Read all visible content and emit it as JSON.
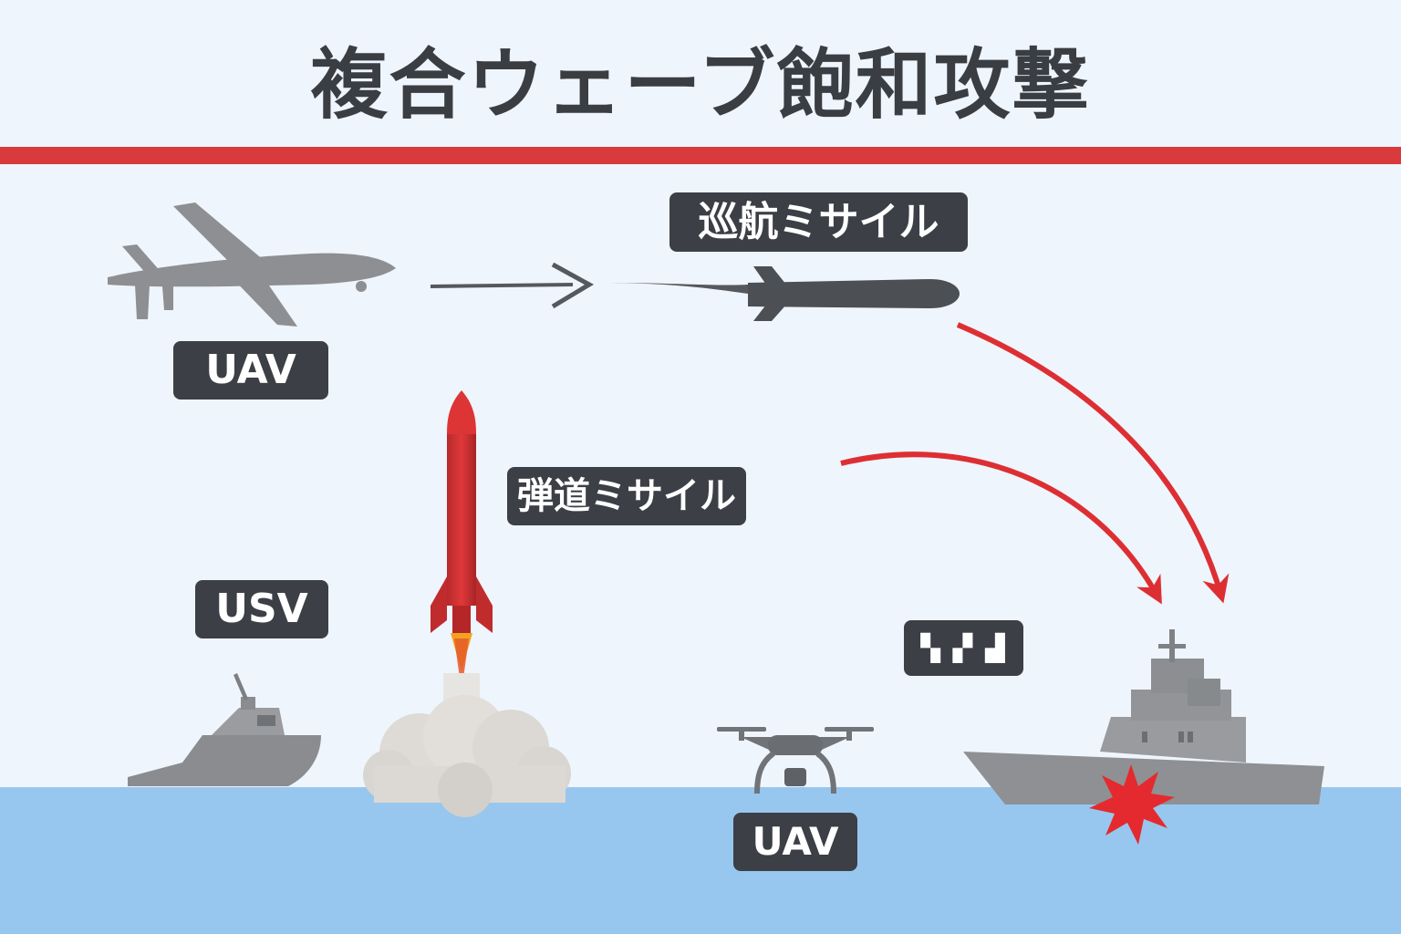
{
  "title": "複合ウェーブ飽和攻撃",
  "labels": {
    "uav_top": "UAV",
    "cruise_missile": "巡航ミサイル",
    "ballistic_missile": "弾道ミサイル",
    "usv": "USV",
    "uav_bottom": "UAV",
    "unknown": "▚ ▞ ▟"
  },
  "colors": {
    "background": "#eef5fc",
    "accent_red": "#d93a3c",
    "sea": "#97c7ef",
    "label_bg": "#3c3f45",
    "vehicle_gray": "#8d8f92"
  },
  "icons": [
    "uav-aircraft-icon",
    "cruise-missile-icon",
    "ballistic-missile-icon",
    "usv-boat-icon",
    "quadcopter-drone-icon",
    "warship-icon",
    "explosion-icon"
  ]
}
